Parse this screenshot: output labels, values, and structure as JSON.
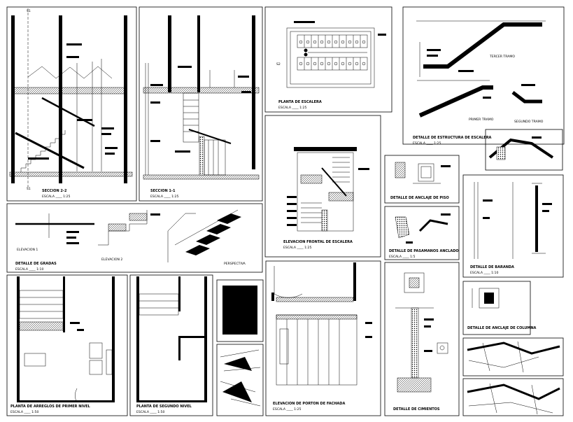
{
  "sheet": {
    "panels": [
      {
        "id": "seccion-2-2",
        "title": "SECCION  2-2",
        "scale": "ESCALA ____ 1:25"
      },
      {
        "id": "seccion-1-1",
        "title": "SECCION  1-1",
        "scale": "ESCALA ____ 1:25"
      },
      {
        "id": "planta-escalera",
        "title": "PLANTA DE ESCALERA",
        "scale": "ESCALA ____ 1:25"
      },
      {
        "id": "estructura-escalera",
        "title": "DETALLE DE ESTRUCTURA DE ESCALERA",
        "scale": "ESCALA ____ 1:25"
      },
      {
        "id": "elevacion-frontal",
        "title": "ELEVACION FRONTAL DE ESCALERA",
        "scale": "ESCALA ____ 1:25"
      },
      {
        "id": "anclaje-piso",
        "title": "DETALLE DE ANCLAJE DE PISO",
        "scale": ""
      },
      {
        "id": "pasamanos",
        "title": "DETALLE DE PASAMANOS ANCLADO",
        "scale": "ESCALA ____ 1:5"
      },
      {
        "id": "baranda",
        "title": "DETALLE DE BARANDA",
        "scale": "ESCALA ____ 1:10"
      },
      {
        "id": "gradas",
        "title": "DETALLE DE GRADAS",
        "scale": "ESCALA ____ 1:10"
      },
      {
        "id": "portones",
        "title": "ELEVACION DE PORTON DE FACHADA",
        "scale": "ESCALA ____ 1:25"
      },
      {
        "id": "cimientos",
        "title": "DETALLE DE CIMIENTOS",
        "scale": ""
      },
      {
        "id": "anclaje-columna",
        "title": "DETALLE DE ANCLAJE DE COLUMNA",
        "scale": ""
      },
      {
        "id": "planta-primer",
        "title": "PLANTA DE ARREGLOS DE PRIMER NIVEL",
        "scale": "ESCALA ____ 1:50"
      },
      {
        "id": "planta-segundo",
        "title": "PLANTA DE SEGUNDO NIVEL",
        "scale": "ESCALA ____ 1:50"
      }
    ],
    "labels": {
      "tercer_tramo": "TERCER TRAMO",
      "primer_tramo": "PRIMER TRAMO",
      "segundo_tramo": "SEGUNDO TRAMO",
      "elevacion1": "ELEVACION 1",
      "elevacion2": "ELEVACION 2",
      "perspectiva": "PERSPECTIVA",
      "s1_top": "S1",
      "s1_bottom": "S1",
      "s2": "S2"
    }
  }
}
